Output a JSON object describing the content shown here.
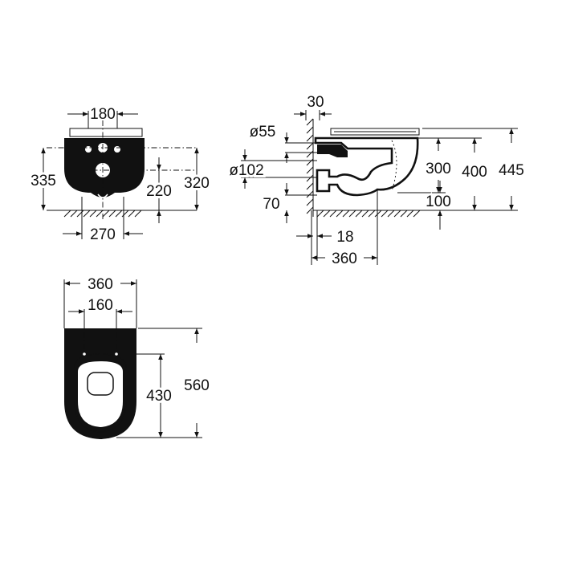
{
  "colors": {
    "ink": "#111111",
    "paper": "#ffffff"
  },
  "front_view": {
    "width_top": "180",
    "height_left": "335",
    "height_right": "320",
    "height_inner": "220",
    "width_bottom": "270"
  },
  "side_view": {
    "wall_gap": "30",
    "pipe_small": "ø55",
    "pipe_large": "ø102",
    "outlet_height": "70",
    "height_300": "300",
    "height_400": "400",
    "height_445": "445",
    "height_100": "100",
    "depth_18": "18",
    "depth_360": "360"
  },
  "top_view": {
    "width_outer": "360",
    "width_fixings": "160",
    "length_fixings": "430",
    "length_total": "560"
  }
}
